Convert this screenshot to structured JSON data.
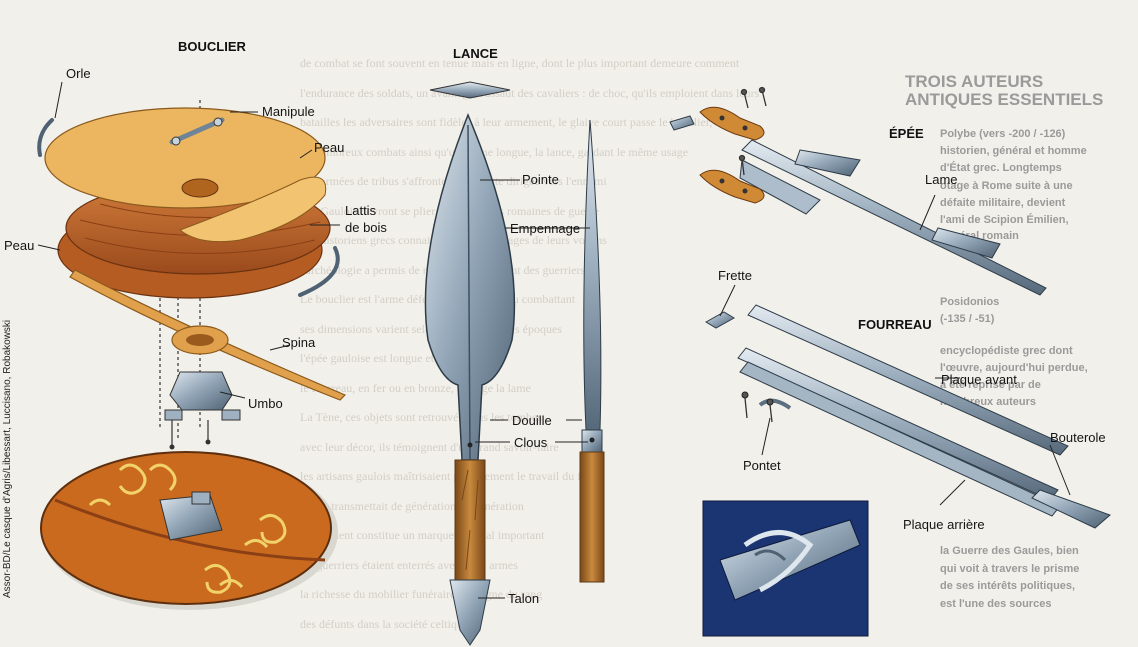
{
  "headings": {
    "shield": "BOUCLIER",
    "spear": "LANCE",
    "sword": "ÉPÉE",
    "scabbard": "FOURREAU"
  },
  "shield_labels": {
    "orle": "Orle",
    "manipule": "Manipule",
    "peau_top": "Peau",
    "lattis_line1": "Lattis",
    "lattis_line2": "de bois",
    "peau_left": "Peau",
    "spina": "Spina",
    "umbo": "Umbo"
  },
  "spear_labels": {
    "pointe": "Pointe",
    "empennage": "Empennage",
    "douille": "Douille",
    "clous": "Clous",
    "talon": "Talon"
  },
  "sword_labels": {
    "lame": "Lame",
    "frette": "Frette"
  },
  "scabbard_labels": {
    "plaque_avant": "Plaque avant",
    "bouterole": "Bouterole",
    "pontet": "Pontet",
    "plaque_arriere": "Plaque arrière"
  },
  "credit": "Assor-BD/Le casque d'Agris/Libessart, Luccisano, Robakowski",
  "sidebar": {
    "title_line1": "TROIS AUTEURS",
    "title_line2": "ANTIQUES ESSENTIELS",
    "text_lines": [
      "Polybe (vers -200 / -126)",
      "historien, général et homme",
      "d'État grec. Longtemps",
      "otage à Rome suite à une",
      "défaite militaire, devient",
      "l'ami de Scipion Émilien,",
      "général romain",
      "Posidonios",
      "(-135 / -51)",
      "encyclopédiste grec dont",
      "l'œuvre, aujourd'hui perdue,",
      "a été reprise par de",
      "nombreux auteurs",
      "la Guerre des Gaules, bien",
      "qui voit à travers le prisme",
      "de ses intérêts politiques,",
      "est l'une des sources"
    ]
  },
  "background_text": [
    "de combat se font souvent en tenue mais en ligne, dont le plus important demeure comment",
    "l'endurance des soldats, un avantage, l'assaut des cavaliers : de choc, qu'ils emploient dans leurs",
    "batailles les adversaires sont fidèles à leur armement, le glaive court passe le bouclier,",
    "de nombreux combats ainsi qu'une arme longue, la lance, gardant le même usage",
    "Les armées de tribus s'affrontent, la pointe dirigée vers l'ennemi",
    "Les Gaulois devront se plier aux stratégies romaines de guerre",
    "Les historiens grecs connaissent bien les usages de leurs voisins",
    "l'archéologie a permis de révéler l'équipement des guerriers",
    "Le bouclier est l'arme défensive principale du combattant",
    "ses dimensions varient selon les régions et les époques",
    "l'épée gauloise est longue et tranchante",
    "le fourreau, en fer ou en bronze, protège la lame",
    "La Tène, ces objets sont retrouvés dans les tombes",
    "avec leur décor, ils témoignent d'un grand savoir-faire",
    "les artisans gaulois maîtrisaient parfaitement le travail du fer",
    "qui se transmettait de génération en génération",
    "l'armement constitue un marqueur social important",
    "les guerriers étaient enterrés avec leurs armes",
    "la richesse du mobilier funéraire témoigne du rang",
    "des défunts dans la société celtique"
  ]
}
